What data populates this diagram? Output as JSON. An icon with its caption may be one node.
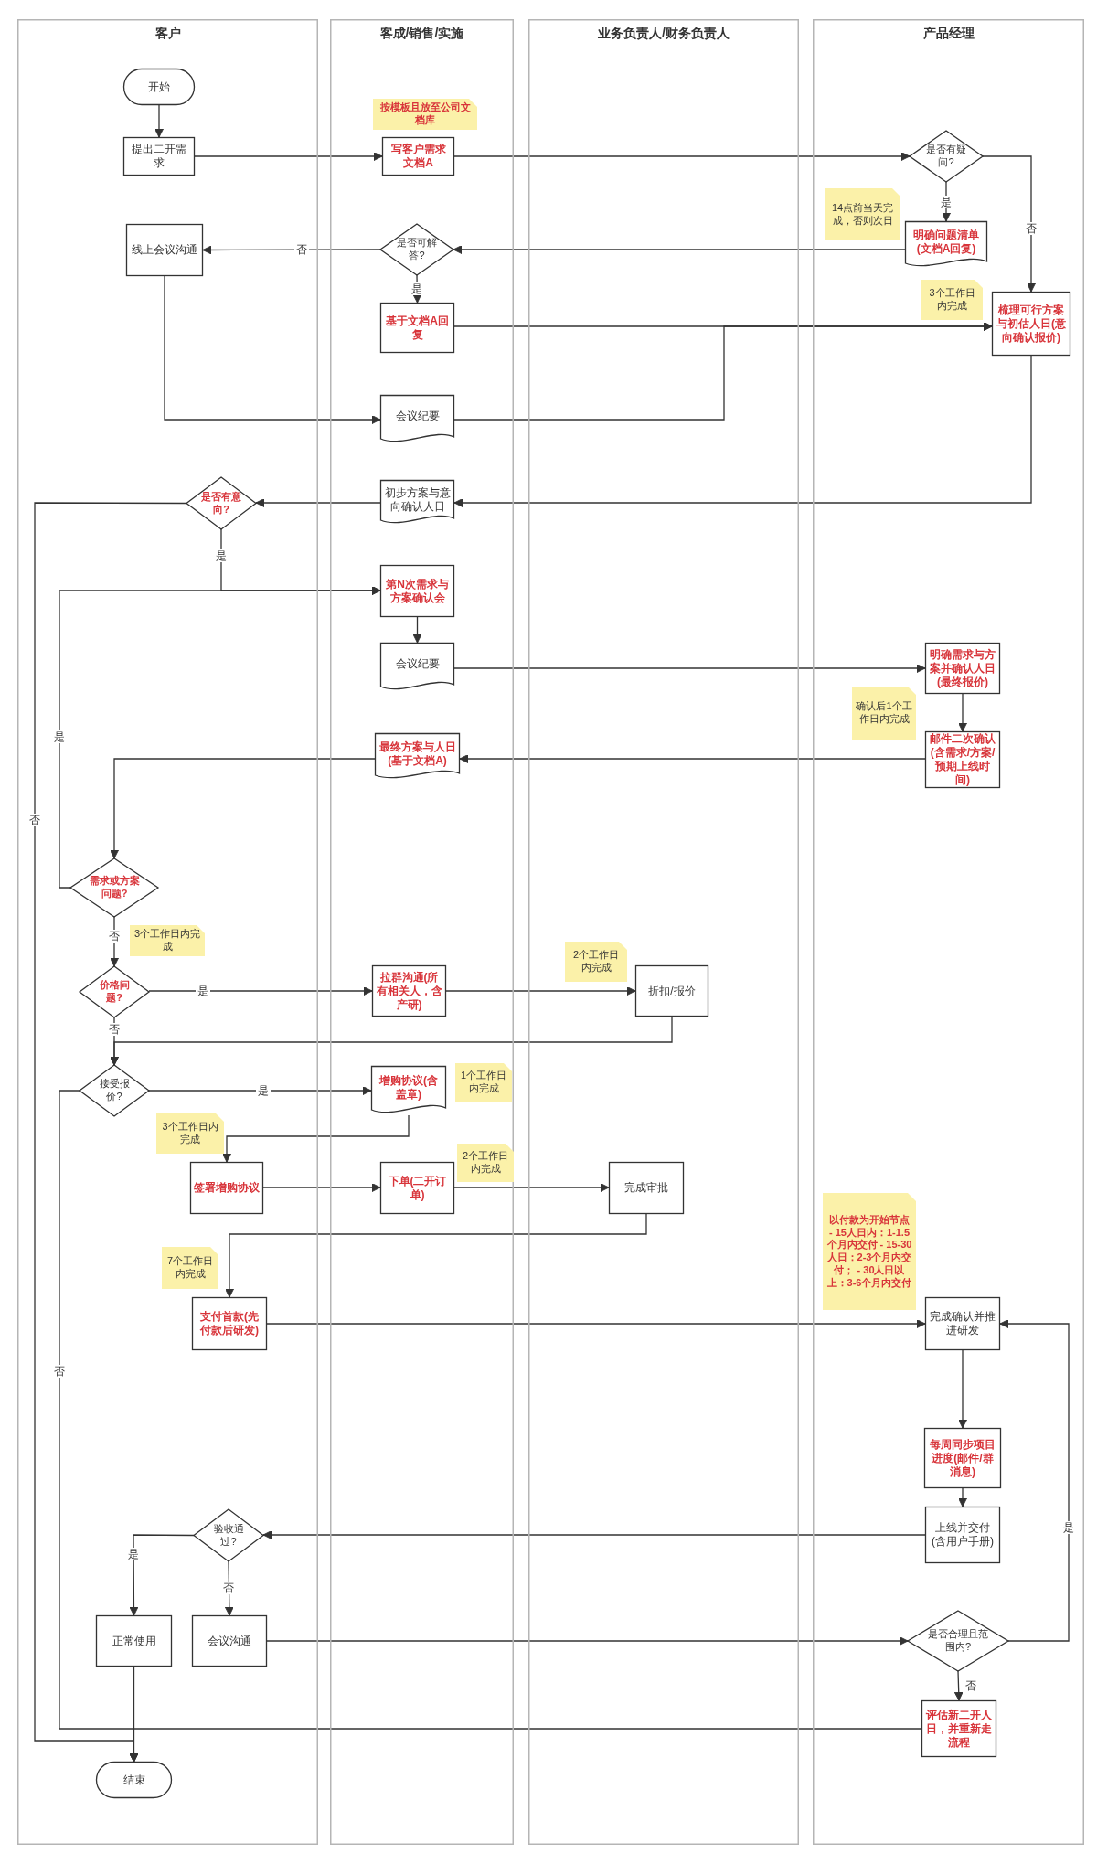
{
  "diagram": {
    "nodes": [
      {
        "text": [
          "客户"
        ]
      },
      {
        "text": [
          "客成/销售/实施"
        ]
      },
      {
        "text": [
          "业务负责人/财务负责人"
        ]
      },
      {
        "text": [
          "产品经理"
        ]
      },
      {
        "text": [
          "开始"
        ],
        "in": 0
      },
      {
        "text": [
          "提出二开需求"
        ],
        "in": 0
      },
      {
        "text": [
          "写客户需求文档A"
        ],
        "in": 1,
        "beside": [
          "按模板且放至公司文档库"
        ]
      },
      {
        "text": [
          "是否有疑问?"
        ],
        "in": 3
      },
      {
        "text": [
          "明确问题清单(文档A回复)"
        ],
        "in": 3,
        "beside": [
          "14点前当天完成，否则次日"
        ]
      },
      {
        "text": [
          "是否可解答?"
        ],
        "in": 1
      },
      {
        "text": [
          "线上会议沟通"
        ],
        "in": 0
      },
      {
        "text": [
          "基于文档A回复"
        ],
        "in": 1
      },
      {
        "text": [
          "梳理可行方案与初估人日(意向确认报价)"
        ],
        "in": 3,
        "beside": [
          "3个工作日内完成"
        ]
      },
      {
        "text": [
          "会议纪要"
        ],
        "in": 1
      },
      {
        "text": [
          "初步方案与意向确认人日"
        ],
        "in": 1
      },
      {
        "text": [
          "是否有意向?"
        ],
        "in": 0
      },
      {
        "text": [
          "第N次需求与方案确认会"
        ],
        "in": 1
      },
      {
        "text": [
          "会议纪要"
        ],
        "in": 1
      },
      {
        "text": [
          "明确需求与方案并确认人日(最终报价)"
        ],
        "in": 3
      },
      {
        "text": [
          "邮件二次确认(含需求/方案/预期上线时间)"
        ],
        "in": 3,
        "beside": [
          "确认后1个工作日内完成"
        ]
      },
      {
        "text": [
          "最终方案与人日(基于文档A)"
        ],
        "in": 1
      },
      {
        "text": [
          "需求或方案问题?"
        ],
        "in": 0
      },
      {
        "text": [
          "价格问题?"
        ],
        "in": 0,
        "beside": [
          "3个工作日内完成"
        ]
      },
      {
        "text": [
          "拉群沟通(所有相关人，含产研)"
        ],
        "in": 1
      },
      {
        "text": [
          "折扣/报价"
        ],
        "in": 2,
        "beside": [
          "2个工作日内完成"
        ]
      },
      {
        "text": [
          "接受报价?"
        ],
        "in": 0
      },
      {
        "text": [
          "增购协议(含盖章)"
        ],
        "in": 1,
        "beside": [
          "1个工作日内完成"
        ]
      },
      {
        "text": [
          "签署增购协议"
        ],
        "in": 0,
        "beside": [
          "3个工作日内完成"
        ]
      },
      {
        "text": [
          "下单(二开订单)"
        ],
        "in": 1,
        "beside": [
          "2个工作日内完成"
        ]
      },
      {
        "text": [
          "完成审批"
        ],
        "in": 2
      },
      {
        "text": [
          "支付首款(先付款后研发)"
        ],
        "in": 0,
        "beside": [
          "7个工作日内完成"
        ]
      },
      {
        "text": [
          "完成确认并推进研发"
        ],
        "in": 3,
        "beside": [
          "以付款为开始节点 - 15人日内：1-1.5个月内交付 - 15-30人日：2-3个月内交付； - 30人日以上：3-6个月内交付"
        ]
      },
      {
        "text": [
          "每周同步项目进度(邮件/群消息)"
        ],
        "in": 3
      },
      {
        "text": [
          "上线并交付(含用户手册)"
        ],
        "in": 3
      },
      {
        "text": [
          "验收通过?"
        ],
        "in": 0
      },
      {
        "text": [
          "正常使用"
        ],
        "in": 0
      },
      {
        "text": [
          "会议沟通"
        ],
        "in": 0
      },
      {
        "text": [
          "是否合理且范围内?"
        ],
        "in": 3
      },
      {
        "text": [
          "评估新二开人日，并重新走流程"
        ],
        "in": 3
      },
      {
        "text": [
          "结束"
        ],
        "in": 0
      }
    ],
    "edges": [
      {
        "from": 4,
        "to": 5,
        "arrow": "to"
      },
      {
        "from": 5,
        "to": 6,
        "arrow": "to"
      },
      {
        "from": 6,
        "to": 7,
        "arrow": "to"
      },
      {
        "from": 7,
        "to": 8,
        "arrow": "to",
        "label": "是"
      },
      {
        "from": 7,
        "to": 12,
        "arrow": "to",
        "label": "否"
      },
      {
        "from": 8,
        "to": 9,
        "arrow": "to"
      },
      {
        "from": 9,
        "to": 10,
        "arrow": "to",
        "label": "否"
      },
      {
        "from": 9,
        "to": 11,
        "arrow": "to",
        "label": "是"
      },
      {
        "from": 11,
        "to": 12,
        "arrow": "to"
      },
      {
        "from": 10,
        "to": 13,
        "arrow": "to"
      },
      {
        "from": 13,
        "to": 12,
        "arrow": "to"
      },
      {
        "from": 12,
        "to": 14,
        "arrow": "to"
      },
      {
        "from": 14,
        "to": 15,
        "arrow": "to"
      },
      {
        "from": 15,
        "to": 16,
        "arrow": "to",
        "label": "是"
      },
      {
        "from": 15,
        "to": 39,
        "arrow": "to",
        "label": "否"
      },
      {
        "from": 16,
        "to": 17,
        "arrow": "to"
      },
      {
        "from": 17,
        "to": 18,
        "arrow": "to"
      },
      {
        "from": 18,
        "to": 19,
        "arrow": "to"
      },
      {
        "from": 19,
        "to": 20,
        "arrow": "to"
      },
      {
        "from": 20,
        "to": 21,
        "arrow": "to"
      },
      {
        "from": 21,
        "to": 16,
        "arrow": "to",
        "label": "是"
      },
      {
        "from": 21,
        "to": 22,
        "arrow": "to",
        "label": "否"
      },
      {
        "from": 22,
        "to": 23,
        "arrow": "to",
        "label": "是"
      },
      {
        "from": 23,
        "to": 24,
        "arrow": "to"
      },
      {
        "from": 24,
        "to": 25,
        "arrow": "to"
      },
      {
        "from": 22,
        "to": 25,
        "arrow": "to",
        "label": "否"
      },
      {
        "from": 25,
        "to": 26,
        "arrow": "to",
        "label": "是"
      },
      {
        "from": 26,
        "to": 27,
        "arrow": "to"
      },
      {
        "from": 27,
        "to": 28,
        "arrow": "to"
      },
      {
        "from": 28,
        "to": 29,
        "arrow": "to"
      },
      {
        "from": 29,
        "to": 30,
        "arrow": "to"
      },
      {
        "from": 30,
        "to": 31,
        "arrow": "to"
      },
      {
        "from": 31,
        "to": 32,
        "arrow": "to"
      },
      {
        "from": 32,
        "to": 33,
        "arrow": "to"
      },
      {
        "from": 33,
        "to": 34,
        "arrow": "to"
      },
      {
        "from": 34,
        "to": 35,
        "arrow": "to",
        "label": "是"
      },
      {
        "from": 34,
        "to": 36,
        "arrow": "to",
        "label": "否"
      },
      {
        "from": 36,
        "to": 37,
        "arrow": "to"
      },
      {
        "from": 37,
        "to": 31,
        "arrow": "to",
        "label": "是"
      },
      {
        "from": 37,
        "to": 38,
        "arrow": "to",
        "label": "否"
      },
      {
        "from": 38,
        "to": 39,
        "arrow": "to"
      },
      {
        "from": 35,
        "to": 39,
        "arrow": "to"
      },
      {
        "from": 25,
        "to": 39,
        "arrow": "to",
        "label": "否"
      }
    ]
  }
}
